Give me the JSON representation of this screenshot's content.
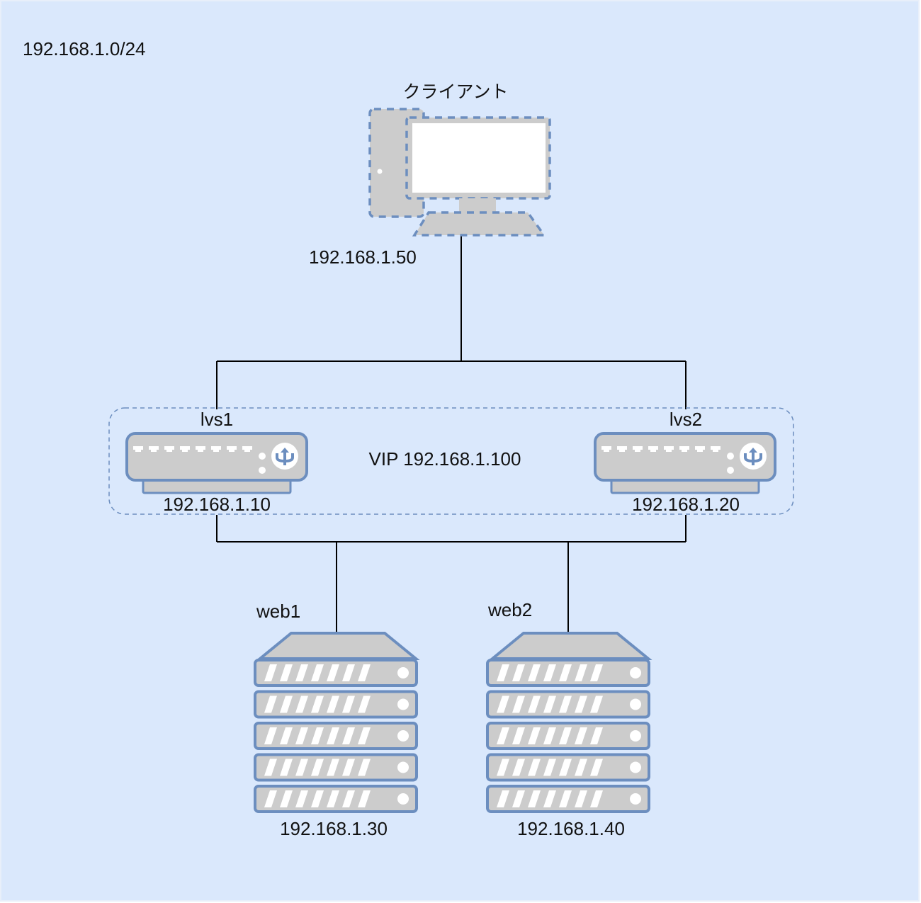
{
  "network": {
    "subnet": "192.168.1.0/24"
  },
  "client": {
    "name": "クライアント",
    "ip": "192.168.1.50"
  },
  "lvs_group": {
    "vip_label": "VIP 192.168.1.100"
  },
  "lvs": [
    {
      "name": "lvs1",
      "ip": "192.168.1.10"
    },
    {
      "name": "lvs2",
      "ip": "192.168.1.20"
    }
  ],
  "web": [
    {
      "name": "web1",
      "ip": "192.168.1.30"
    },
    {
      "name": "web2",
      "ip": "192.168.1.40"
    }
  ],
  "colors": {
    "background": "#dae8fc",
    "border": "#6c8ebf",
    "device_fill": "#cccccc",
    "line": "#000000"
  }
}
